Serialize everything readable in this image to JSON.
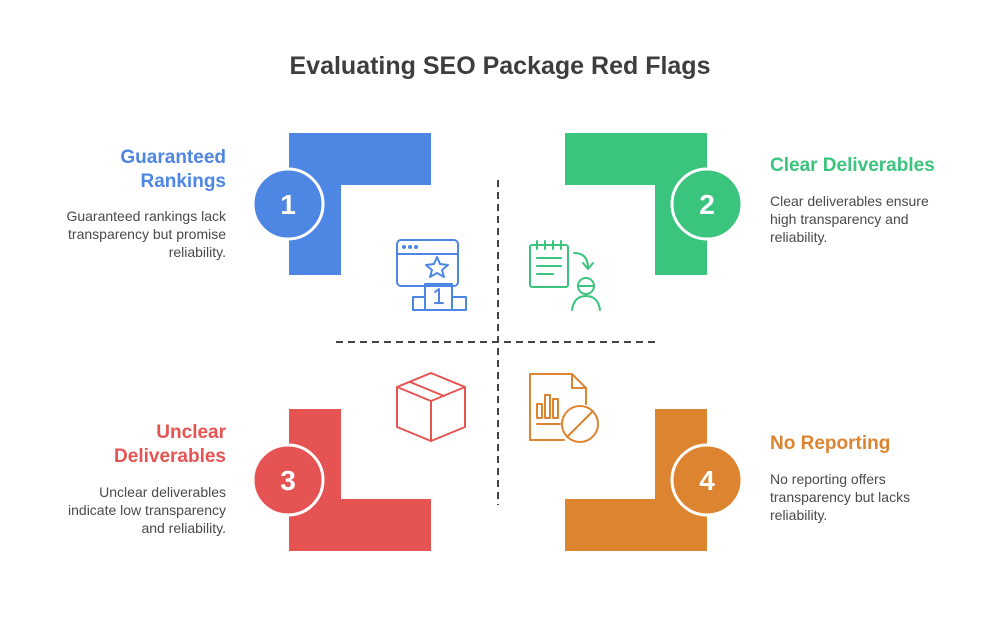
{
  "title": "Evaluating SEO Package Red Flags",
  "colors": {
    "blue": "#4e86e4",
    "green": "#3bc47d",
    "red": "#e55452",
    "orange": "#dd8431",
    "divider": "#444444"
  },
  "quadrants": [
    {
      "number": "1",
      "heading": "Guaranteed Rankings",
      "heading_lines": [
        "Guaranteed",
        "Rankings"
      ],
      "description_lines": [
        "Guaranteed rankings lack",
        "transparency but promise",
        "reliability."
      ],
      "icon": "ranking-podium-icon",
      "color": "#4e86e4"
    },
    {
      "number": "2",
      "heading": "Clear Deliverables",
      "heading_lines": [
        "Clear Deliverables"
      ],
      "description_lines": [
        "Clear deliverables ensure",
        "high transparency and",
        "reliability."
      ],
      "icon": "checklist-person-icon",
      "color": "#3bc47d"
    },
    {
      "number": "3",
      "heading": "Unclear Deliverables",
      "heading_lines": [
        "Unclear",
        "Deliverables"
      ],
      "description_lines": [
        "Unclear deliverables",
        "indicate low transparency",
        "and reliability."
      ],
      "icon": "box-icon",
      "color": "#e55452"
    },
    {
      "number": "4",
      "heading": "No Reporting",
      "heading_lines": [
        "No Reporting"
      ],
      "description_lines": [
        "No reporting offers",
        "transparency but lacks",
        "reliability."
      ],
      "icon": "no-report-icon",
      "color": "#dd8431"
    }
  ]
}
